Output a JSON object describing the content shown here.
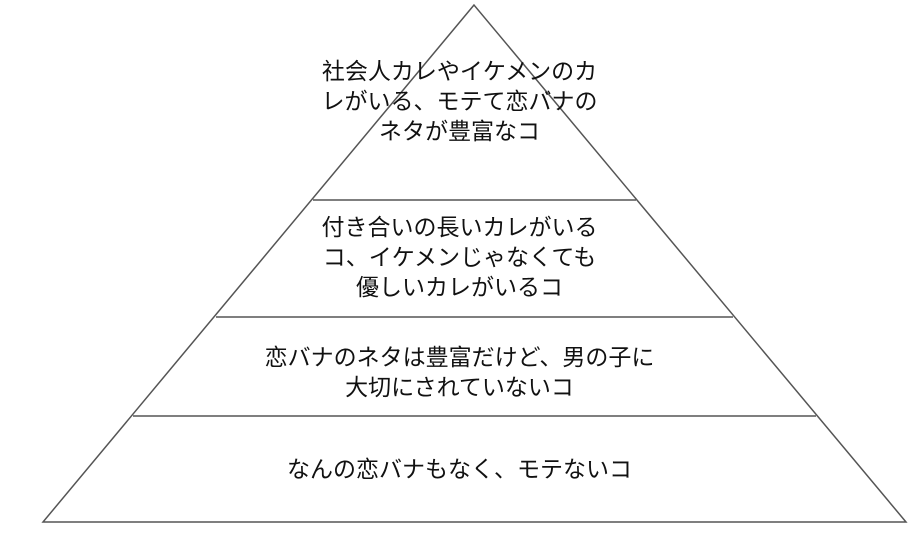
{
  "colors": {
    "stroke": "#555555",
    "fill": "#ffffff",
    "text": "#111111"
  },
  "pyramid": {
    "tiers": [
      {
        "label": "社会人カレやイケメンのカ\nレがいる、モテて恋バナの\nネタが豊富なコ"
      },
      {
        "label": "付き合いの長いカレがいる\nコ、イケメンじゃなくても\n優しいカレがいるコ"
      },
      {
        "label": "恋バナのネタは豊富だけど、男の子に\n大切にされていないコ"
      },
      {
        "label": "なんの恋バナもなく、モテないコ"
      }
    ]
  }
}
